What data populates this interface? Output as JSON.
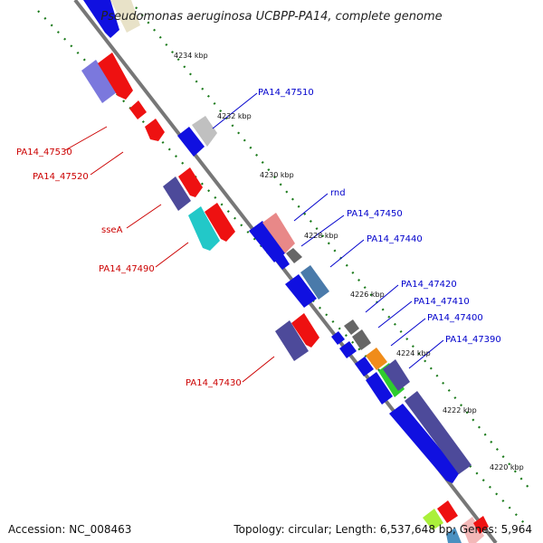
{
  "map": {
    "title": "Pseudomonas aeruginosa UCBPP-PA14, complete genome",
    "ticks": [
      {
        "kbp": 4234,
        "text": "4234 kbp"
      },
      {
        "kbp": 4232,
        "text": "4232 kbp"
      },
      {
        "kbp": 4230,
        "text": "4230 kbp"
      },
      {
        "kbp": 4228,
        "text": "4228 kbp"
      },
      {
        "kbp": 4226,
        "text": "4226 kbp"
      },
      {
        "kbp": 4224,
        "text": "4224 kbp"
      },
      {
        "kbp": 4222,
        "text": "4222 kbp"
      },
      {
        "kbp": 4220,
        "text": "4220 kbp"
      }
    ],
    "reverse_labels": [
      "PA14_47530",
      "PA14_47520",
      "sseA",
      "PA14_47490",
      "PA14_47430"
    ],
    "forward_labels": [
      "PA14_47510",
      "rnd",
      "PA14_47450",
      "PA14_47440",
      "PA14_47420",
      "PA14_47410",
      "PA14_47400",
      "PA14_47390"
    ],
    "colors": {
      "forward_label": "#0000cc",
      "reverse_label": "#cc0000",
      "backbone": "#777777",
      "tick_dots": "#1a7a1a"
    }
  },
  "footer": {
    "accession": "Accession: NC_008463",
    "summary": "Topology: circular; Length: 6,537,648 bp; Genes: 5,964"
  }
}
